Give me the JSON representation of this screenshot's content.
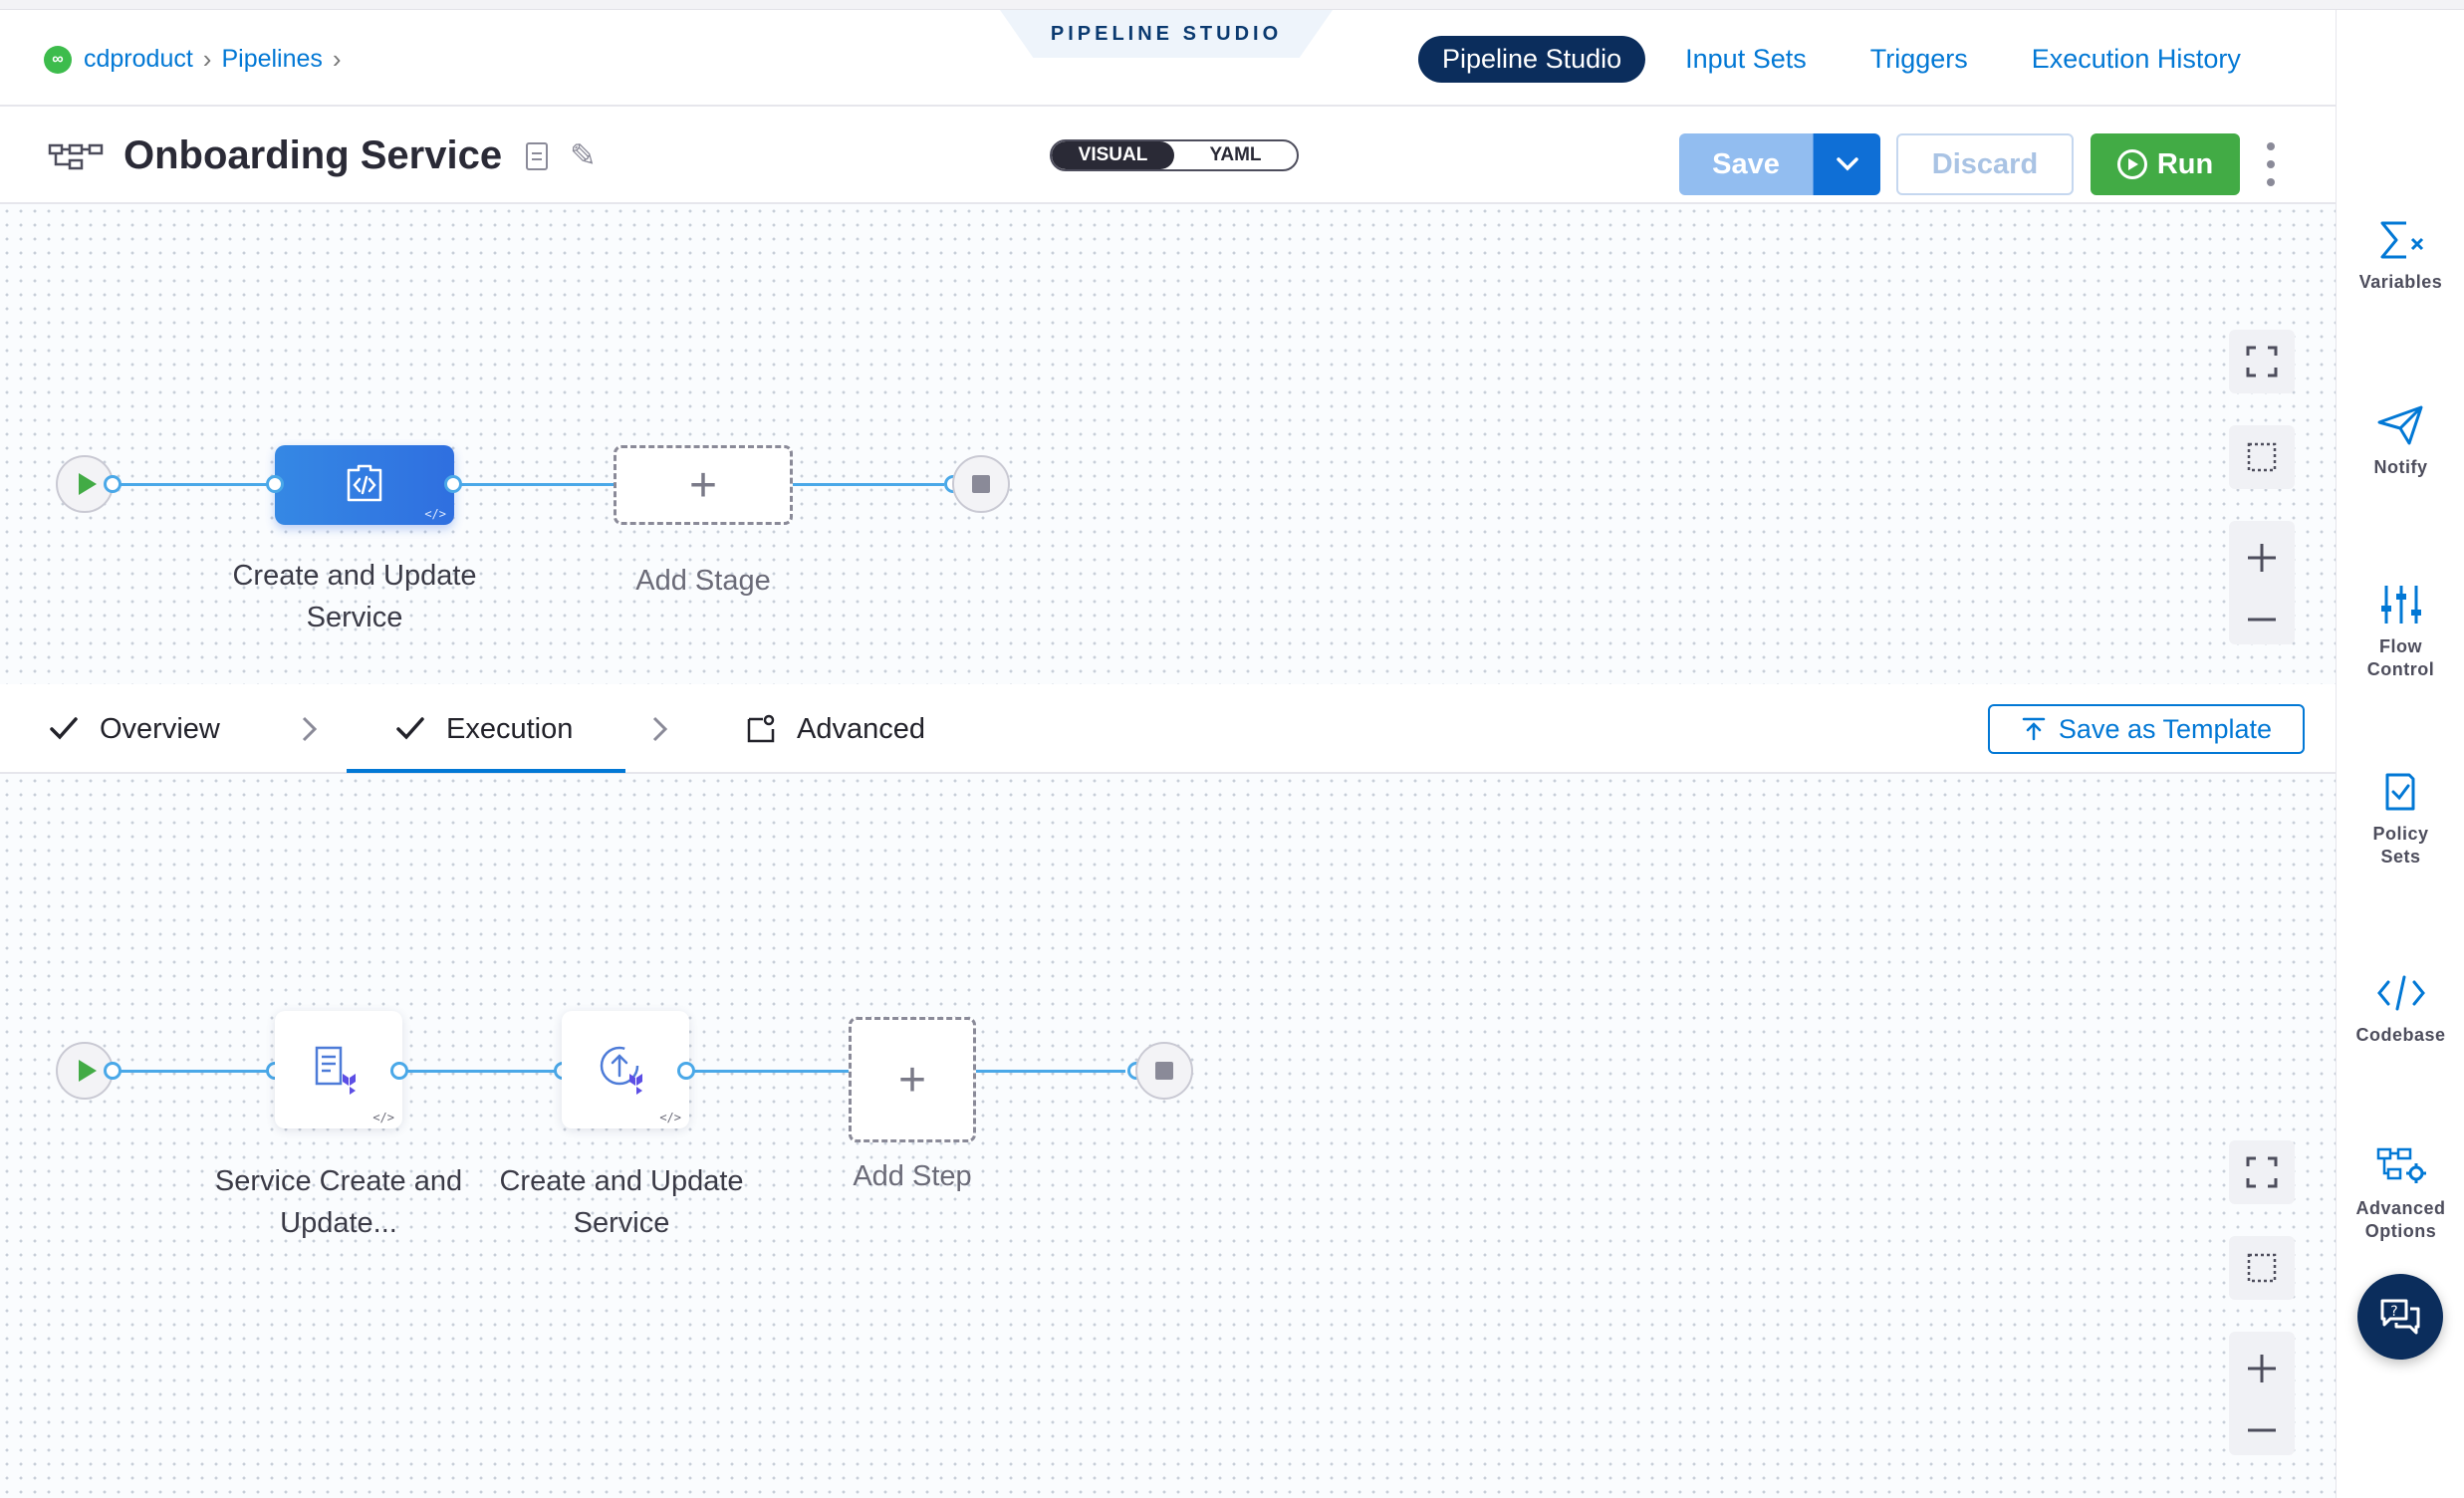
{
  "header": {
    "breadcrumb": {
      "project": "cdproduct",
      "section": "Pipelines"
    },
    "studio_tab": "PIPELINE STUDIO",
    "nav": [
      "Pipeline Studio",
      "Input Sets",
      "Triggers",
      "Execution History"
    ],
    "active_nav": "Pipeline Studio"
  },
  "title_row": {
    "pipeline_name": "Onboarding Service",
    "view_toggle": {
      "visual": "VISUAL",
      "yaml": "YAML",
      "active": "VISUAL"
    },
    "save_label": "Save",
    "discard_label": "Discard",
    "run_label": "Run"
  },
  "stage_canvas": {
    "stages": [
      {
        "label": "Create and Update Service",
        "icon": "custom-stage-code-icon"
      }
    ],
    "add_stage_label": "Add Stage"
  },
  "stage_tabs": {
    "tabs": [
      {
        "label": "Overview",
        "state": "complete"
      },
      {
        "label": "Execution",
        "state": "complete",
        "active": true
      },
      {
        "label": "Advanced",
        "state": "default"
      }
    ],
    "save_as_template_label": "Save as Template"
  },
  "step_canvas": {
    "steps": [
      {
        "label": "Service Create and Update...",
        "icon": "terraform-plan-icon"
      },
      {
        "label": "Create and Update Service",
        "icon": "terraform-apply-icon"
      }
    ],
    "add_step_label": "Add Step"
  },
  "right_rail": {
    "items": [
      {
        "label": "Variables",
        "icon": "sigma-variables-icon"
      },
      {
        "label": "Notify",
        "icon": "paper-plane-icon"
      },
      {
        "label": "Flow Control",
        "icon": "sliders-icon"
      },
      {
        "label": "Policy Sets",
        "icon": "shield-check-icon"
      },
      {
        "label": "Codebase",
        "icon": "code-icon"
      },
      {
        "label": "Advanced Options",
        "icon": "nodes-gear-icon"
      }
    ]
  },
  "colors": {
    "accent": "#0278d5",
    "nav_active_bg": "#0b2d5c",
    "run_green": "#42ab45",
    "stage_blue": "#3588e4",
    "connector": "#4aa8e8"
  }
}
